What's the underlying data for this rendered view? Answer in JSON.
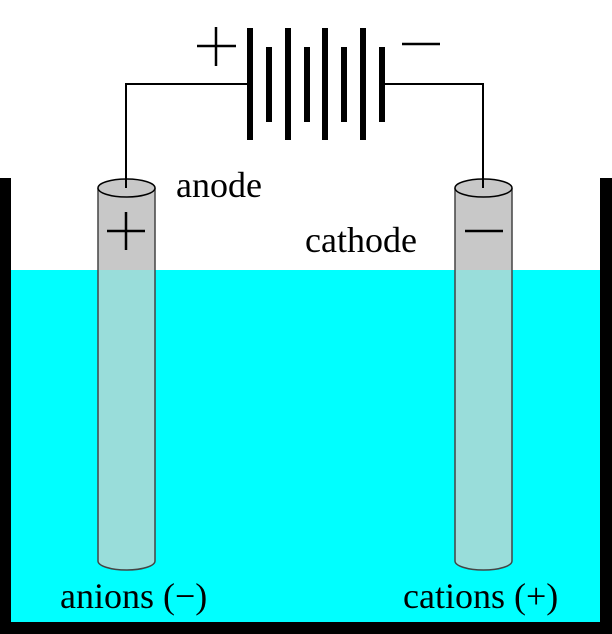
{
  "diagram": {
    "title": "Electrolysis cell",
    "battery": {
      "positive_symbol": "+",
      "negative_symbol": "−"
    },
    "electrodes": {
      "anode": {
        "label": "anode",
        "sign": "+"
      },
      "cathode": {
        "label": "cathode",
        "sign": "−"
      }
    },
    "ions": {
      "anions_label": "anions (−)",
      "cations_label": "cations (+)"
    },
    "colors": {
      "electrolyte": "#00FFFF",
      "electrode_dry": "#C8C8C8",
      "electrode_wet": "#99DDDA",
      "container": "#000000"
    }
  }
}
